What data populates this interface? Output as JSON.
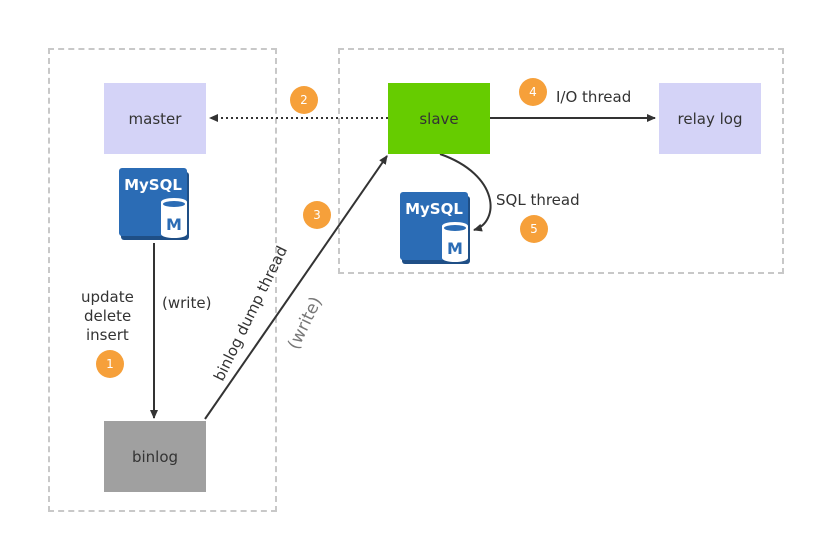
{
  "nodes": {
    "master": "master",
    "slave": "slave",
    "relay_log": "relay log",
    "binlog": "binlog"
  },
  "edge_labels": {
    "write_master": "(write)",
    "update_ops": [
      "update",
      "delete",
      "insert"
    ],
    "io_thread": "I/O thread",
    "sql_thread": "SQL thread",
    "binlog_dump_thread": "binlog dump thread",
    "write_dump": "(write)"
  },
  "steps": [
    "1",
    "2",
    "3",
    "4",
    "5"
  ],
  "logo": {
    "text": "MySQL",
    "letter": "M"
  },
  "colors": {
    "master_fill": "#d4d3f7",
    "relay_fill": "#d4d3f7",
    "slave_fill": "#66cc00",
    "binlog_fill": "#a0a0a0",
    "badge": "#f6a03a",
    "mysql_blue": "#2b6cb5"
  }
}
